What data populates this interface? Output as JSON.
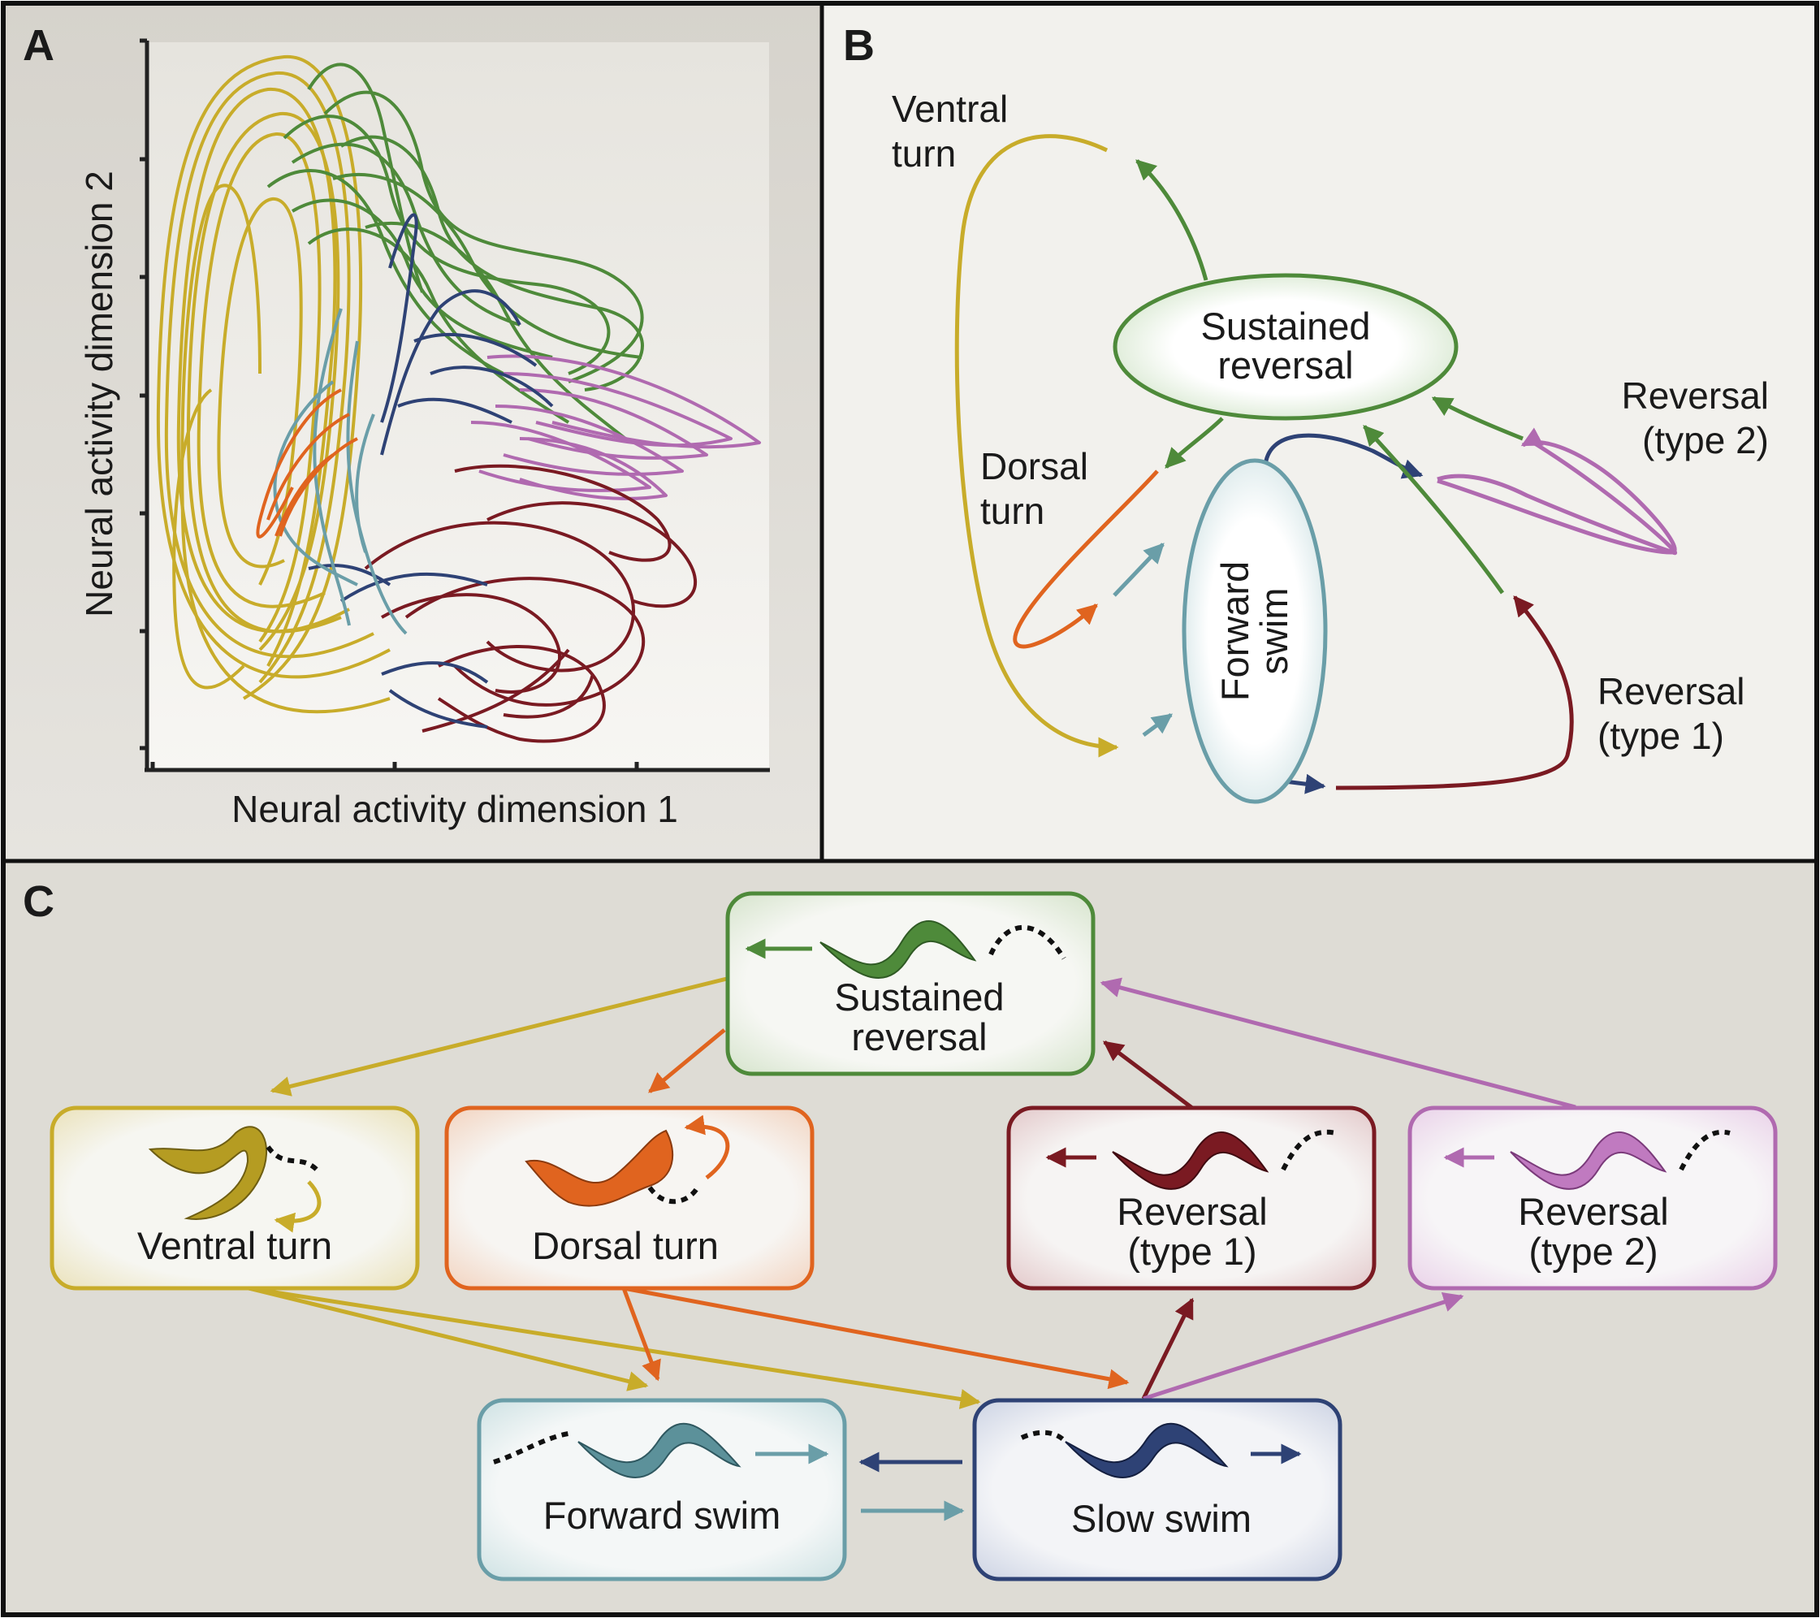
{
  "panels": {
    "a": {
      "letter": "A",
      "xlabel": "Neural activity dimension 1",
      "ylabel": "Neural activity dimension 2"
    },
    "b": {
      "letter": "B",
      "states": {
        "sustained_line1": "Sustained",
        "sustained_line2": "reversal",
        "forward_line1": "Forward",
        "forward_line2": "swim"
      },
      "labels": {
        "ventral_1": "Ventral",
        "ventral_2": "turn",
        "dorsal_1": "Dorsal",
        "dorsal_2": "turn",
        "rev2_1": "Reversal",
        "rev2_2": "(type 2)",
        "rev1_1": "Reversal",
        "rev1_2": "(type 1)"
      }
    },
    "c": {
      "letter": "C",
      "nodes": {
        "sustained_1": "Sustained",
        "sustained_2": "reversal",
        "ventral": "Ventral turn",
        "dorsal": "Dorsal turn",
        "rev1_1": "Reversal",
        "rev1_2": "(type 1)",
        "rev2_1": "Reversal",
        "rev2_2": "(type 2)",
        "forward": "Forward swim",
        "slow": "Slow swim"
      }
    }
  },
  "colors": {
    "yellow": "#c8ac2a",
    "green": "#4e8a3a",
    "orange": "#e0641f",
    "teal": "#6a9ea8",
    "navy": "#2e4275",
    "maroon": "#7a1a22",
    "purple": "#b06ab0"
  }
}
